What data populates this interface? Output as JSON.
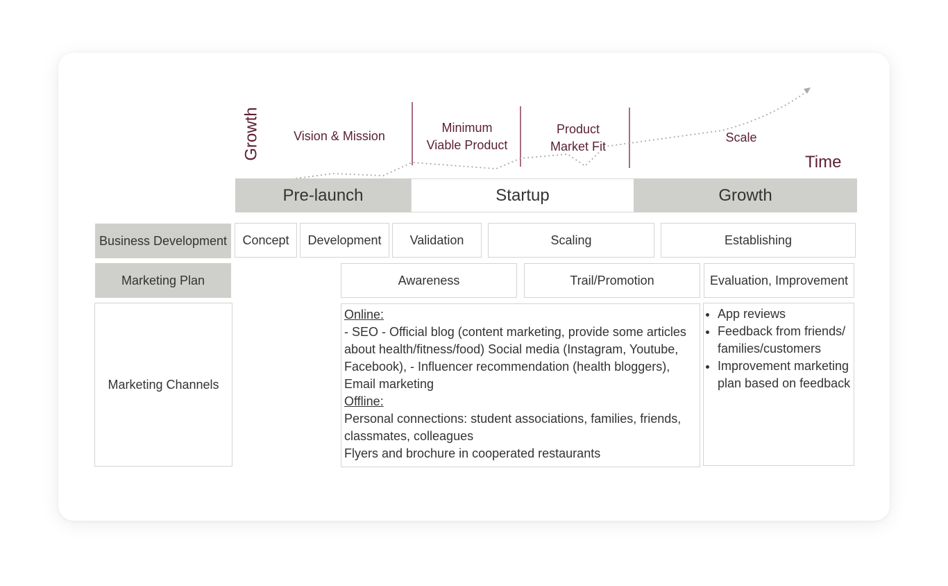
{
  "axes": {
    "y_label": "Growth",
    "x_label": "Time"
  },
  "phases": {
    "vision": "Vision & Mission",
    "mvp_line1": "Minimum",
    "mvp_line2": "Viable Product",
    "pmf_line1": "Product",
    "pmf_line2": "Market Fit",
    "scale": "Scale"
  },
  "stages": {
    "prelaunch": "Pre-launch",
    "startup": "Startup",
    "growth": "Growth"
  },
  "rows": {
    "business_development": {
      "label": "Business Development",
      "cells": [
        "Concept",
        "Development",
        "Validation",
        "Scaling",
        "Establishing"
      ]
    },
    "marketing_plan": {
      "label": "Marketing Plan",
      "cells": [
        "Awareness",
        "Trail/Promotion",
        "Evaluation, Improvement"
      ]
    },
    "marketing_channels": {
      "label": "Marketing Channels",
      "online_heading": "Online:",
      "online_text": "- SEO - Official blog (content marketing, provide some articles about health/fitness/food) Social media (Instagram, Youtube, Facebook), - Influencer recommendation (health bloggers), Email marketing",
      "offline_heading": "Offline:",
      "offline_line1": "Personal connections: student associations, families, friends, classmates, colleagues",
      "offline_line2": "Flyers and brochure in cooperated restaurants",
      "evaluation_items": [
        "App reviews",
        "Feedback from friends/ families/customers",
        "Improvement marketing plan based on feedback"
      ]
    }
  },
  "colors": {
    "accent": "#5a1f33",
    "stage_grey": "#cfcfcc",
    "curve": "#aaaaaa"
  }
}
